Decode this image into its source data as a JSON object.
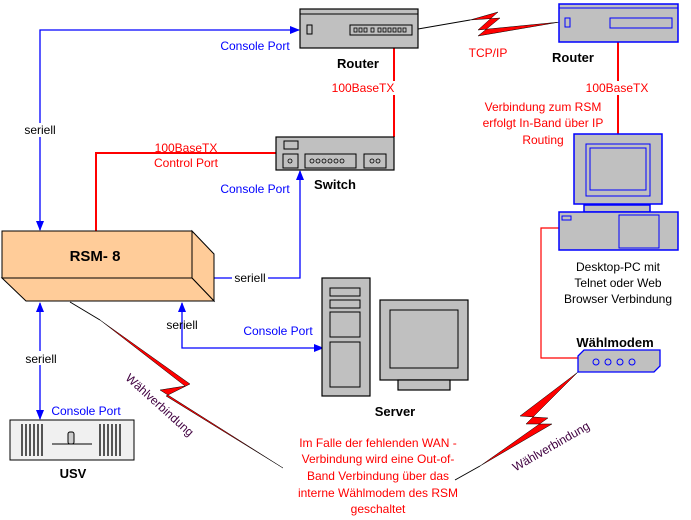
{
  "devices": {
    "router_left": "Router",
    "router_right": "Router",
    "switch": "Switch",
    "rsm": "RSM- 8",
    "usv": "USV",
    "server": "Server",
    "modem": "Wählmodem",
    "desktop": [
      "Desktop-PC mit",
      "Telnet oder Web",
      "Browser Verbindung"
    ]
  },
  "links": {
    "tcpip": "TCP/IP",
    "router_switch": "100BaseTX",
    "router_pc": "100BaseTX",
    "control": [
      "100BaseTX",
      "Control Port"
    ],
    "console_router": "Console Port",
    "console_switch": "Console Port",
    "console_server": "Console Port",
    "console_usv": "Console Port",
    "seriell_router": "seriell",
    "seriell_switch": "seriell",
    "seriell_server": "seriell",
    "seriell_usv": "seriell",
    "dial_left": "Wählverbindung",
    "dial_right": "Wählverbindung"
  },
  "notes": {
    "inband": [
      "Verbindung zum RSM",
      "erfolgt In-Band über IP",
      "Routing"
    ],
    "outofband": [
      "Im Falle der fehlenden WAN -",
      "Verbindung wird eine Out-of-",
      "Band Verbindung über das",
      "interne Wählmodem des RSM",
      "geschaltet"
    ]
  },
  "colors": {
    "serial": "#0000ff",
    "ethernet": "#ff0000",
    "rsm": "#ffcc99",
    "device": "#c0c0c0"
  }
}
